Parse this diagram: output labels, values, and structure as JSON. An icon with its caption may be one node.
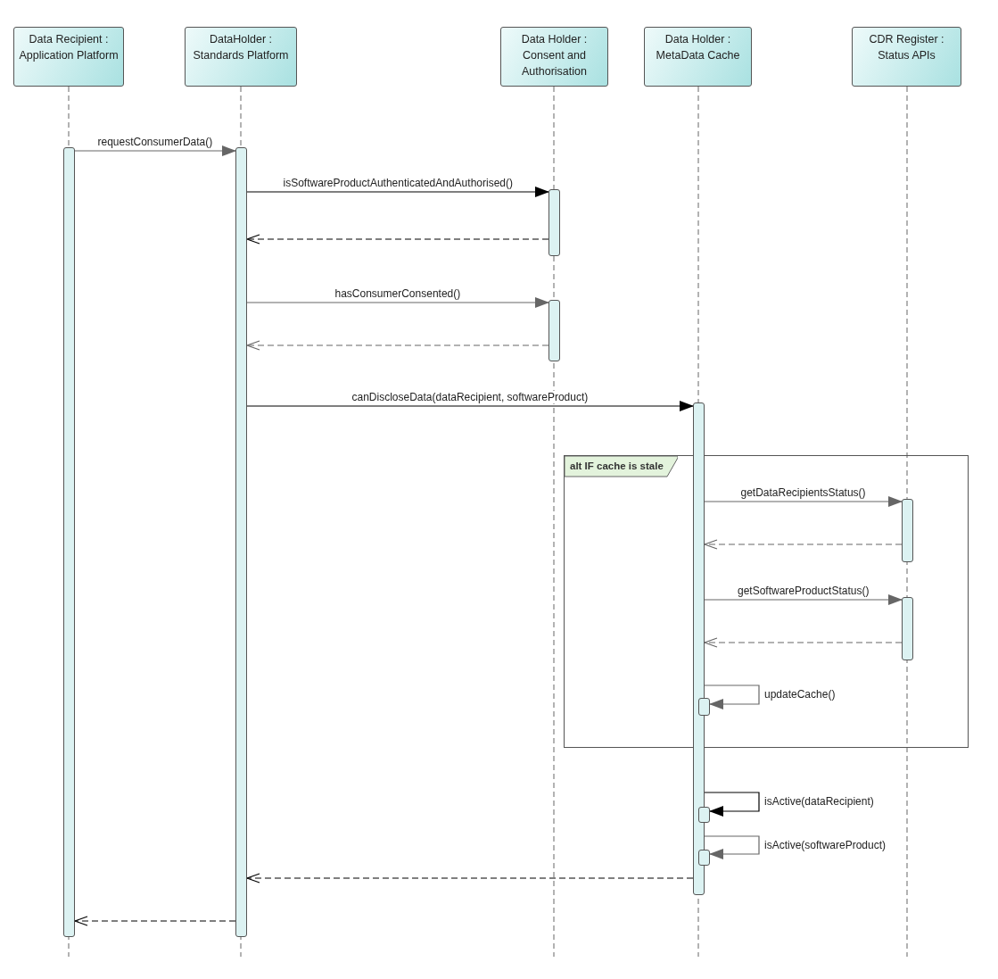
{
  "diagram": {
    "nodes": [
      {
        "text": [
          "Data Recipient : Application Platform"
        ]
      },
      {
        "text": [
          "DataHolder : Standards Platform"
        ]
      },
      {
        "text": [
          "Data Holder : Consent and Authorisation"
        ]
      },
      {
        "text": [
          "Data Holder : MetaData Cache"
        ]
      },
      {
        "text": [
          "CDR Register : Status APIs"
        ]
      },
      {
        "text": [],
        "shape": "bar"
      },
      {
        "text": [],
        "shape": "bar"
      },
      {
        "text": [],
        "shape": "bar"
      },
      {
        "text": [],
        "shape": "bar"
      },
      {
        "text": [],
        "shape": "bar"
      },
      {
        "text": [
          "alt IF cache is stale"
        ]
      },
      {
        "text": [],
        "shape": "bar",
        "in": 10
      },
      {
        "text": [],
        "shape": "bar",
        "in": 10
      },
      {
        "text": [],
        "shape": "bar",
        "in": 10
      },
      {
        "text": [],
        "shape": "bar"
      },
      {
        "text": [],
        "shape": "bar"
      }
    ],
    "edges": [
      {
        "from": 5,
        "to": 6,
        "arrow": "to",
        "label": "requestConsumerData()"
      },
      {
        "from": 6,
        "to": 7,
        "arrow": "to",
        "label": "isSoftwareProductAuthenticatedAndAuthorised()",
        "color": "#000000"
      },
      {
        "from": 7,
        "to": 6,
        "arrow": "to",
        "style": "dashed",
        "color": "#000000"
      },
      {
        "from": 6,
        "to": 8,
        "arrow": "to",
        "label": "hasConsumerConsented()"
      },
      {
        "from": 8,
        "to": 6,
        "arrow": "to",
        "style": "dashed"
      },
      {
        "from": 6,
        "to": 9,
        "arrow": "to",
        "label": "canDiscloseData(dataRecipient, softwareProduct)",
        "color": "#000000"
      },
      {
        "from": 9,
        "to": 11,
        "arrow": "to",
        "label": "getDataRecipientsStatus()"
      },
      {
        "from": 11,
        "to": 9,
        "arrow": "to",
        "style": "dashed"
      },
      {
        "from": 9,
        "to": 12,
        "arrow": "to",
        "label": "getSoftwareProductStatus()"
      },
      {
        "from": 12,
        "to": 9,
        "arrow": "to",
        "style": "dashed"
      },
      {
        "from": 9,
        "to": 13,
        "arrow": "to",
        "label": "updateCache()"
      },
      {
        "from": 9,
        "to": 14,
        "arrow": "to",
        "label": "isActive(dataRecipient)",
        "color": "#000000"
      },
      {
        "from": 9,
        "to": 15,
        "arrow": "to",
        "label": "isActive(softwareProduct)"
      },
      {
        "from": 9,
        "to": 6,
        "arrow": "to",
        "style": "dashed",
        "color": "#000000"
      },
      {
        "from": 6,
        "to": 5,
        "arrow": "to",
        "style": "dashed",
        "color": "#000000"
      }
    ]
  }
}
